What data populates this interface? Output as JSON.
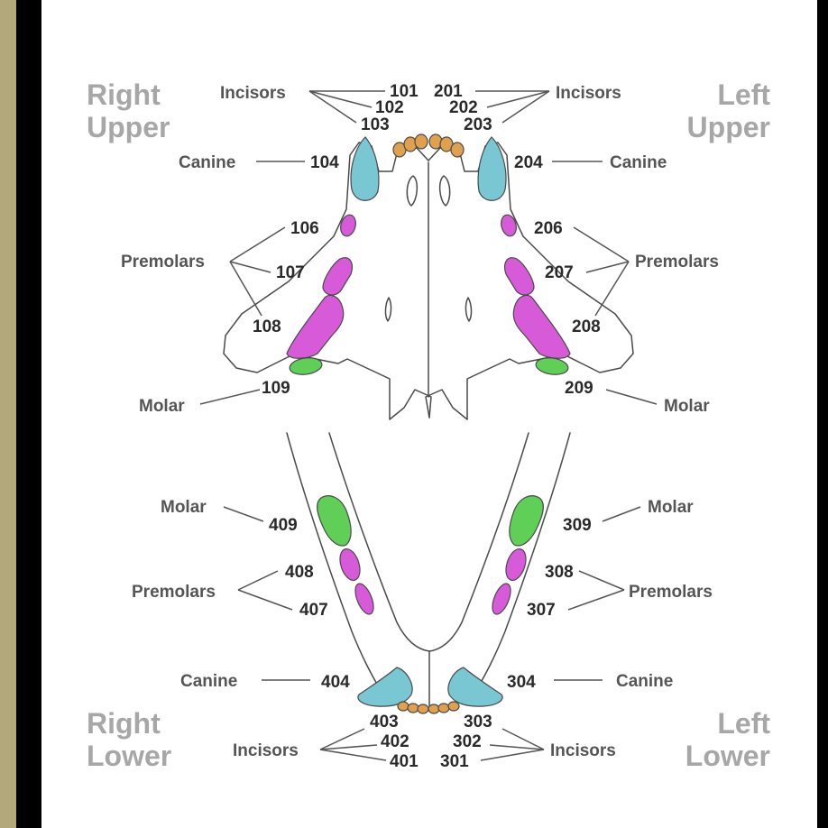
{
  "colors": {
    "canine": "#7ac7d4",
    "premolar": "#d75bd9",
    "molar": "#5fcf58",
    "incisor": "#e0a04e"
  },
  "quadrants": {
    "right_upper": [
      "Right",
      "Upper"
    ],
    "left_upper": [
      "Left",
      "Upper"
    ],
    "right_lower": [
      "Right",
      "Lower"
    ],
    "left_lower": [
      "Left",
      "Lower"
    ]
  },
  "labels": {
    "incisors": "Incisors",
    "canine": "Canine",
    "premolars": "Premolars",
    "molar": "Molar"
  },
  "teeth": {
    "upper_right": {
      "incisors": [
        "101",
        "102",
        "103"
      ],
      "canine": "104",
      "premolars": [
        "106",
        "107",
        "108"
      ],
      "molar": "109"
    },
    "upper_left": {
      "incisors": [
        "201",
        "202",
        "203"
      ],
      "canine": "204",
      "premolars": [
        "206",
        "207",
        "208"
      ],
      "molar": "209"
    },
    "lower_left": {
      "incisors": [
        "301",
        "302",
        "303"
      ],
      "canine": "304",
      "premolars": [
        "307",
        "308"
      ],
      "molar": "309"
    },
    "lower_right": {
      "incisors": [
        "401",
        "402",
        "403"
      ],
      "canine": "404",
      "premolars": [
        "407",
        "408"
      ],
      "molar": "409"
    }
  }
}
